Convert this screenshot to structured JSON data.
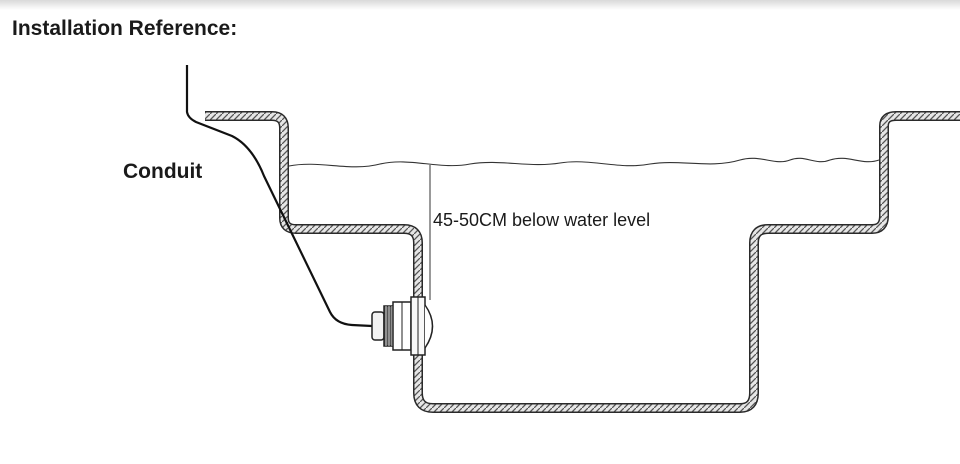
{
  "title": "Installation Reference:",
  "labels": {
    "conduit": "Conduit",
    "depth": "45-50CM below water level"
  }
}
